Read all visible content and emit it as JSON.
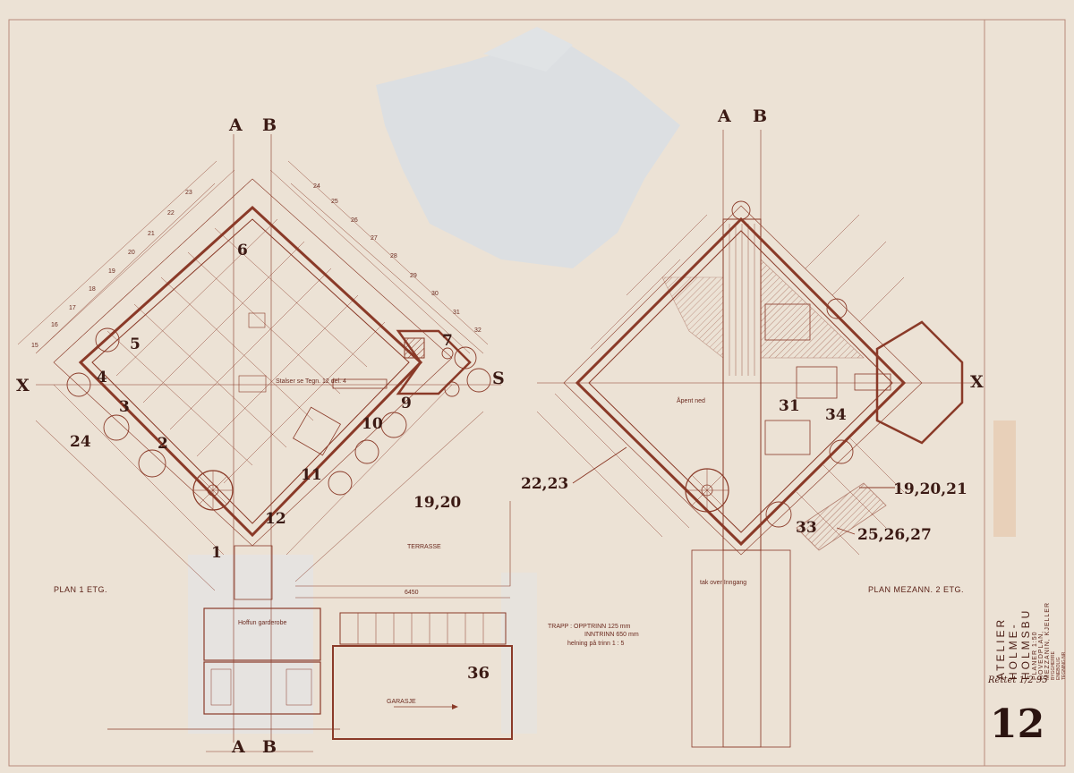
{
  "sheet": {
    "number": "12",
    "title_block": {
      "firm": "ATELIER HOLME-HOLMSBU",
      "drawing": "PLANER 1:50",
      "subtitle": "HOVEDPLAN, MEZZANIN, KJELLER",
      "notes": [
        "BYGGHERRE",
        "ENEBOLIG",
        "TEGNING NR"
      ]
    },
    "revision_note": "Rettet 1/2 95"
  },
  "plan_left": {
    "title": "PLAN 1 ETG.",
    "axis_labels": {
      "a": "A",
      "b": "B",
      "x": "X",
      "s": "S"
    },
    "room_numbers": [
      "1",
      "2",
      "3",
      "4",
      "5",
      "6",
      "7",
      "9",
      "10",
      "11",
      "12",
      "24",
      "36"
    ],
    "room_range": "19,20",
    "notes": [
      "Stalser se Tegn. 12 del. 4",
      "Hoffun garderobe",
      "GARASJE",
      "TERRASSE",
      "6450"
    ],
    "grid_left": [
      "15",
      "16",
      "17",
      "18",
      "19",
      "20",
      "21",
      "22",
      "23"
    ],
    "grid_right": [
      "24",
      "25",
      "26",
      "27",
      "28",
      "29",
      "30",
      "31",
      "32"
    ]
  },
  "plan_right": {
    "title": "PLAN MEZANN. 2 ETG.",
    "axis_labels": {
      "a": "A",
      "b": "B",
      "x": "X"
    },
    "room_numbers": [
      "31",
      "33",
      "34"
    ],
    "room_ranges": [
      "22,23",
      "19,20,21",
      "25,26,27"
    ],
    "notes": [
      "Åpent ned",
      "tak over Inngang"
    ]
  },
  "stair_note": {
    "lines": [
      "TRAPP : OPPTRINN 125 mm",
      "INNTRINN 650 mm",
      "helning på trinn 1 : 5"
    ]
  },
  "colors": {
    "paper": "#ece2d5",
    "ink": "#8a3a28",
    "wall": "#7a2e1f",
    "erase": "#d7dee6"
  }
}
